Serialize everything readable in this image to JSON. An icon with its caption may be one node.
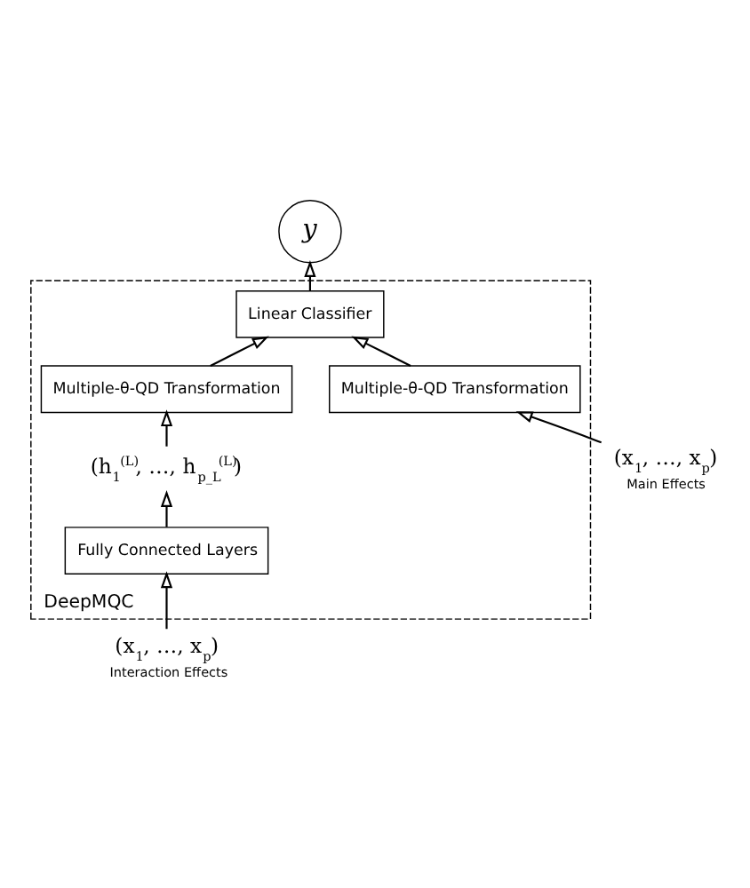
{
  "diagram": {
    "nodes": [
      {
        "text": [
          "y"
        ]
      },
      {
        "text": [
          "DeepMQC"
        ]
      },
      {
        "text": [
          "Linear Classifier"
        ],
        "in": 1
      },
      {
        "text": [
          "Multiple-θ-QD Transformation"
        ],
        "in": 1
      },
      {
        "text": [
          "(h$_{1}$$^{(L)}$, …, h$_{p_L}$$^{(L)}$)"
        ],
        "in": 1
      },
      {
        "text": [
          "Multiple-θ-QD Transformation"
        ],
        "in": 1
      },
      {
        "text": [
          "Fully Connected Layers"
        ],
        "in": 1
      },
      {
        "text": [
          "(x$_{1}$, …, x$_{p}$)"
        ],
        "beside": [
          "Main Effects"
        ]
      },
      {
        "text": [
          "(x$_{1}$, …, x$_{p}$)"
        ],
        "beside": [
          "Interaction Effects"
        ]
      }
    ],
    "edges": [
      {
        "from": 7,
        "to": 5,
        "arrow": "to"
      },
      {
        "from": 8,
        "to": 6,
        "arrow": "to"
      },
      {
        "from": 6,
        "to": 4,
        "arrow": "to"
      },
      {
        "from": 4,
        "to": 3,
        "arrow": "to"
      },
      {
        "from": 3,
        "to": 2,
        "arrow": "to"
      },
      {
        "from": 5,
        "to": 2,
        "arrow": "to"
      },
      {
        "from": 2,
        "to": 0,
        "arrow": "to"
      }
    ]
  }
}
